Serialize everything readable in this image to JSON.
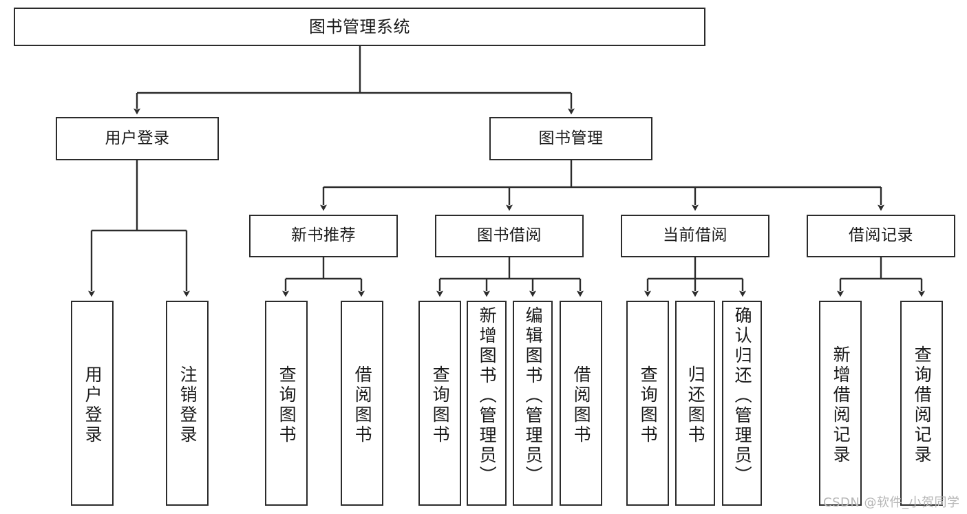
{
  "diagram": {
    "title": "图书管理系统",
    "type": "hierarchy-tree",
    "stroke_color": "#2b2b2b",
    "fill_color": "#ffffff",
    "text_color": "#1a1a1a"
  },
  "watermark": {
    "text": "CSDN @软件_小贺同学",
    "color": "#b6b6b6"
  },
  "nodes": {
    "root": {
      "label": "图书管理系统"
    },
    "level2": [
      {
        "label": "用户登录"
      },
      {
        "label": "图书管理"
      }
    ],
    "level3": [
      {
        "label": "新书推荐"
      },
      {
        "label": "图书借阅"
      },
      {
        "label": "当前借阅"
      },
      {
        "label": "借阅记录"
      }
    ],
    "leaves": {
      "user_login": [
        {
          "label": "用户登录"
        },
        {
          "label": "注销登录"
        }
      ],
      "new_book": [
        {
          "label": "查询图书"
        },
        {
          "label": "借阅图书"
        }
      ],
      "book_borrow": [
        {
          "label": "查询图书"
        },
        {
          "label": "新增图书（管理员）"
        },
        {
          "label": "编辑图书（管理员）"
        },
        {
          "label": "借阅图书"
        }
      ],
      "current_borrow": [
        {
          "label": "查询图书"
        },
        {
          "label": "归还图书"
        },
        {
          "label": "确认归还（管理员）"
        }
      ],
      "borrow_record": [
        {
          "label": "新增借阅记录"
        },
        {
          "label": "查询借阅记录"
        }
      ]
    }
  }
}
